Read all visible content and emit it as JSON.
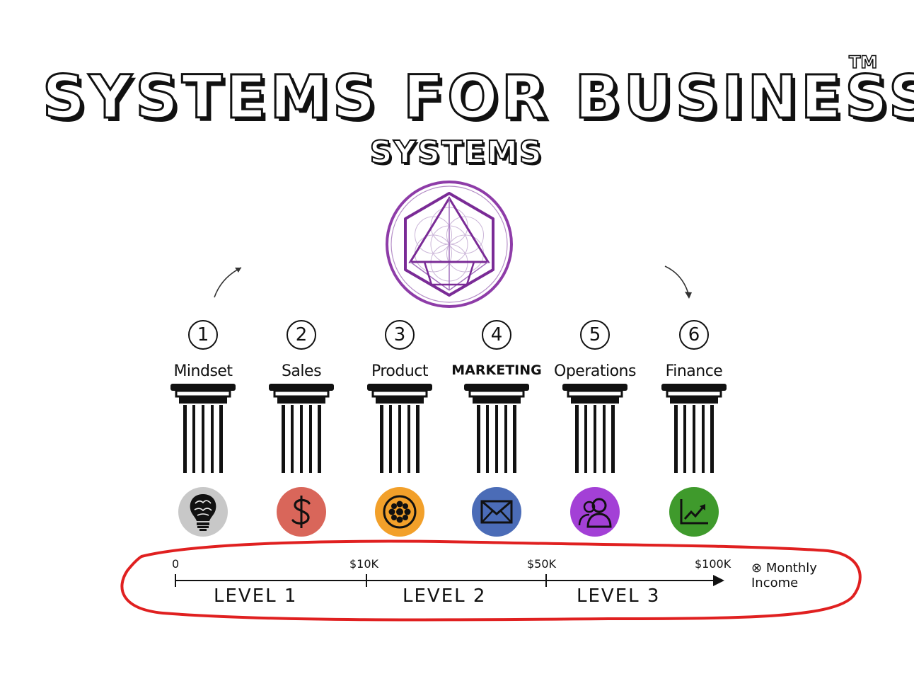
{
  "title": "SYSTEMS FOR BUSINESS",
  "trademark": "TM",
  "subtitle": "SYSTEMS",
  "pillars": [
    {
      "number": "1",
      "label": "Mindset",
      "icon": "brain-bulb-icon",
      "color": "#c8c8c8"
    },
    {
      "number": "2",
      "label": "Sales",
      "icon": "dollar-icon",
      "color": "#d9665a"
    },
    {
      "number": "3",
      "label": "Product",
      "icon": "product-flower-icon",
      "color": "#f2a02a"
    },
    {
      "number": "4",
      "label": "MARKETING",
      "icon": "envelope-icon",
      "color": "#4b6cb7"
    },
    {
      "number": "5",
      "label": "Operations",
      "icon": "people-icon",
      "color": "#a340d6"
    },
    {
      "number": "6",
      "label": "Finance",
      "icon": "growth-chart-icon",
      "color": "#3f9a2c"
    }
  ],
  "timeline": {
    "ticks": [
      "0",
      "$10K",
      "$50K",
      "$100K"
    ],
    "levels": [
      "LEVEL 1",
      "LEVEL 2",
      "LEVEL 3"
    ],
    "axis_note_symbol": "⊗",
    "axis_note": "Monthly Income",
    "highlight_color": "#e02020"
  },
  "colors": {
    "systems_emblem": "#8e3ca8",
    "ink": "#111111"
  }
}
